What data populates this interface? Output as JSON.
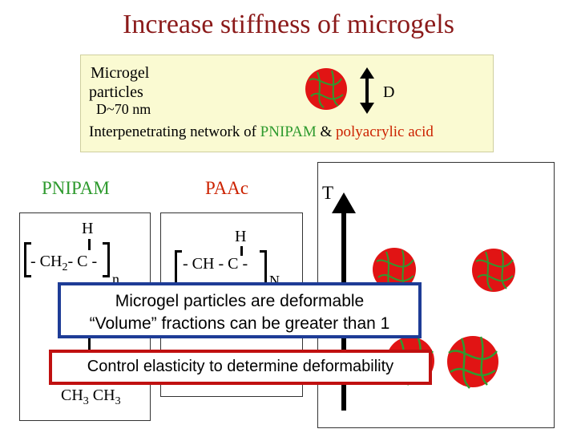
{
  "slide": {
    "title": "Increase stiffness of microgels"
  },
  "info_box": {
    "line1": "Microgel",
    "line2": "particles",
    "line3": "D~70 nm",
    "diameter_label": "D",
    "network_prefix": "Interpenetrating network of ",
    "pnipam": "PNIPAM",
    "amp": " & ",
    "paa": "polyacrylic acid"
  },
  "pnipam_panel": {
    "heading": "PNIPAM",
    "h_label": "H",
    "chain_a": "- CH",
    "chain_sub": "2",
    "chain_b": "- C -",
    "n_label": "n",
    "ch3_a": "CH",
    "ch3_a_sub": "3",
    "ch3_b": "CH",
    "ch3_b_sub": "3"
  },
  "paac_panel": {
    "heading": "PAAc",
    "h_label": "H",
    "chain": "- CH - C -",
    "n_label": "N"
  },
  "temperature_panel": {
    "axis_label": "T"
  },
  "callout_deformable": {
    "line1": "Microgel particles are deformable",
    "line2": "“Volume” fractions can be greater than 1"
  },
  "callout_elasticity": {
    "text": "Control elasticity to determine deformability"
  },
  "colors": {
    "title": "#8b1a1a",
    "info_box_bg": "#fafad2",
    "pnipam_green": "#2e9a2e",
    "paa_red": "#cc2200",
    "callout_blue": "#1e3c96",
    "callout_red": "#c01010",
    "particle_red": "#e11414",
    "particle_green": "#2f9a2f"
  }
}
